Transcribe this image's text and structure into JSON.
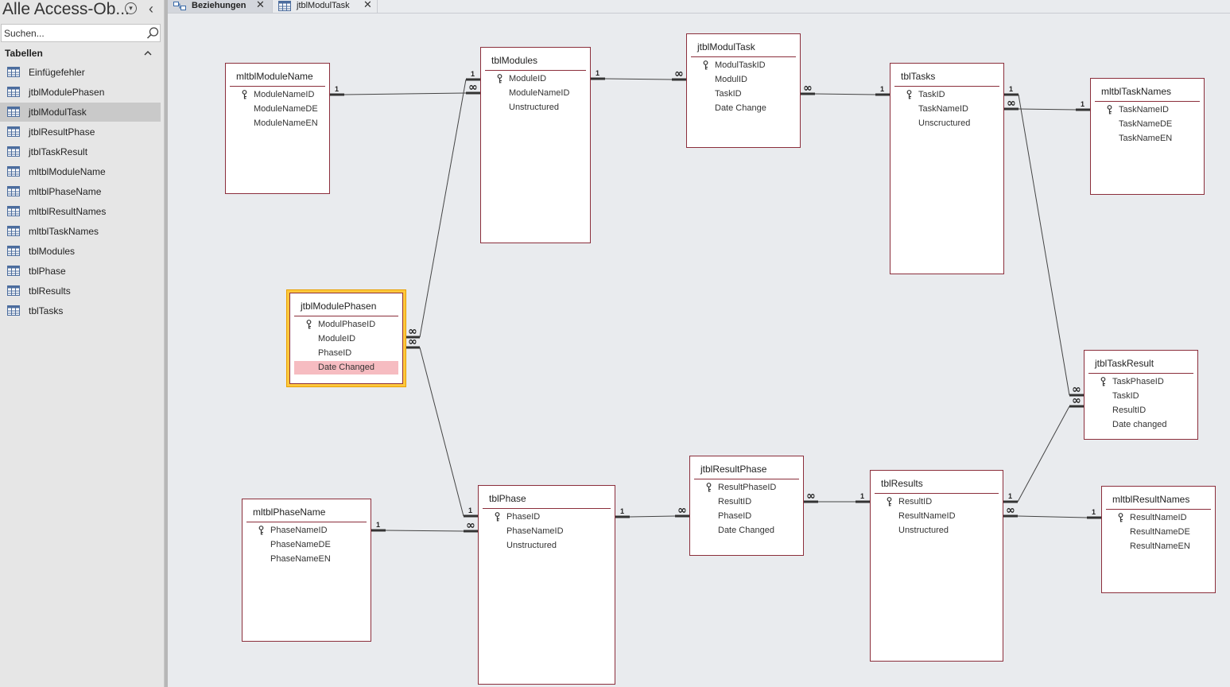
{
  "nav": {
    "title": "Alle Access-Ob...",
    "search_placeholder": "Suchen...",
    "group_label": "Tabellen",
    "items": [
      {
        "label": "Einfügefehler",
        "selected": false
      },
      {
        "label": "jtblModulePhasen",
        "selected": false
      },
      {
        "label": "jtblModulTask",
        "selected": true
      },
      {
        "label": "jtblResultPhase",
        "selected": false
      },
      {
        "label": "jtblTaskResult",
        "selected": false
      },
      {
        "label": "mltblModuleName",
        "selected": false
      },
      {
        "label": "mltblPhaseName",
        "selected": false
      },
      {
        "label": "mltblResultNames",
        "selected": false
      },
      {
        "label": "mltblTaskNames",
        "selected": false
      },
      {
        "label": "tblModules",
        "selected": false
      },
      {
        "label": "tblPhase",
        "selected": false
      },
      {
        "label": "tblResults",
        "selected": false
      },
      {
        "label": "tblTasks",
        "selected": false
      }
    ]
  },
  "tabs": [
    {
      "label": "Beziehungen",
      "icon": "relationships-icon",
      "active": true
    },
    {
      "label": "jtblModulTask",
      "icon": "table-icon",
      "active": false
    }
  ],
  "tables": {
    "mltblModuleName": {
      "title": "mltblModuleName",
      "fields": [
        "ModuleNameID",
        "ModuleNameDE",
        "ModuleNameEN"
      ],
      "key": [
        0
      ]
    },
    "tblModules": {
      "title": "tblModules",
      "fields": [
        "ModuleID",
        "ModuleNameID",
        "Unstructured"
      ],
      "key": [
        0
      ]
    },
    "jtblModulTask": {
      "title": "jtblModulTask",
      "fields": [
        "ModulTaskID",
        "ModulID",
        "TaskID",
        "Date Change"
      ],
      "key": [
        0
      ]
    },
    "tblTasks": {
      "title": "tblTasks",
      "fields": [
        "TaskID",
        "TaskNameID",
        "Unscructured"
      ],
      "key": [
        0
      ]
    },
    "mltblTaskNames": {
      "title": "mltblTaskNames",
      "fields": [
        "TaskNameID",
        "TaskNameDE",
        "TaskNameEN"
      ],
      "key": [
        0
      ]
    },
    "jtblModulePhasen": {
      "title": "jtblModulePhasen",
      "fields": [
        "ModulPhaseID",
        "ModuleID",
        "PhaseID",
        "Date Changed"
      ],
      "key": [
        0
      ],
      "selected": true,
      "highlight": 3
    },
    "jtblTaskResult": {
      "title": "jtblTaskResult",
      "fields": [
        "TaskPhaseID",
        "TaskID",
        "ResultID",
        "Date changed"
      ],
      "key": [
        0
      ]
    },
    "mltblPhaseName": {
      "title": "mltblPhaseName",
      "fields": [
        "PhaseNameID",
        "PhaseNameDE",
        "PhaseNameEN"
      ],
      "key": [
        0
      ]
    },
    "tblPhase": {
      "title": "tblPhase",
      "fields": [
        "PhaseID",
        "PhaseNameID",
        "Unstructured"
      ],
      "key": [
        0
      ]
    },
    "jtblResultPhase": {
      "title": "jtblResultPhase",
      "fields": [
        "ResultPhaseID",
        "ResultID",
        "PhaseID",
        "Date Changed"
      ],
      "key": [
        0
      ]
    },
    "tblResults": {
      "title": "tblResults",
      "fields": [
        "ResultID",
        "ResultNameID",
        "Unstructured"
      ],
      "key": [
        0
      ]
    },
    "mltblResultNames": {
      "title": "mltblResultNames",
      "fields": [
        "ResultNameID",
        "ResultNameDE",
        "ResultNameEN"
      ],
      "key": [
        0
      ]
    }
  },
  "relationships": [
    {
      "one": "mltblModuleName",
      "many": "tblModules",
      "one_label": "1",
      "many_label": "∞"
    },
    {
      "one": "tblModules",
      "many": "jtblModulTask",
      "one_label": "1",
      "many_label": "∞"
    },
    {
      "one": "tblTasks",
      "many": "jtblModulTask",
      "one_label": "1",
      "many_label": "∞"
    },
    {
      "one": "mltblTaskNames",
      "many": "tblTasks",
      "one_label": "1",
      "many_label": "∞"
    },
    {
      "one": "tblModules",
      "many": "jtblModulePhasen",
      "one_label": "1",
      "many_label": "∞"
    },
    {
      "one": "tblPhase",
      "many": "jtblModulePhasen",
      "one_label": "1",
      "many_label": "∞"
    },
    {
      "one": "mltblPhaseName",
      "many": "tblPhase",
      "one_label": "1",
      "many_label": "∞"
    },
    {
      "one": "tblPhase",
      "many": "jtblResultPhase",
      "one_label": "1",
      "many_label": "∞"
    },
    {
      "one": "tblResults",
      "many": "jtblResultPhase",
      "one_label": "1",
      "many_label": "∞"
    },
    {
      "one": "mltblResultNames",
      "many": "tblResults",
      "one_label": "1",
      "many_label": "∞"
    },
    {
      "one": "tblTasks",
      "many": "jtblTaskResult",
      "one_label": "1",
      "many_label": "∞"
    },
    {
      "one": "tblResults",
      "many": "jtblTaskResult",
      "one_label": "1",
      "many_label": "∞"
    }
  ],
  "colors": {
    "table_border": "#8b2e3b",
    "selection": "#ffc83d",
    "highlight": "#f6bcc1"
  }
}
